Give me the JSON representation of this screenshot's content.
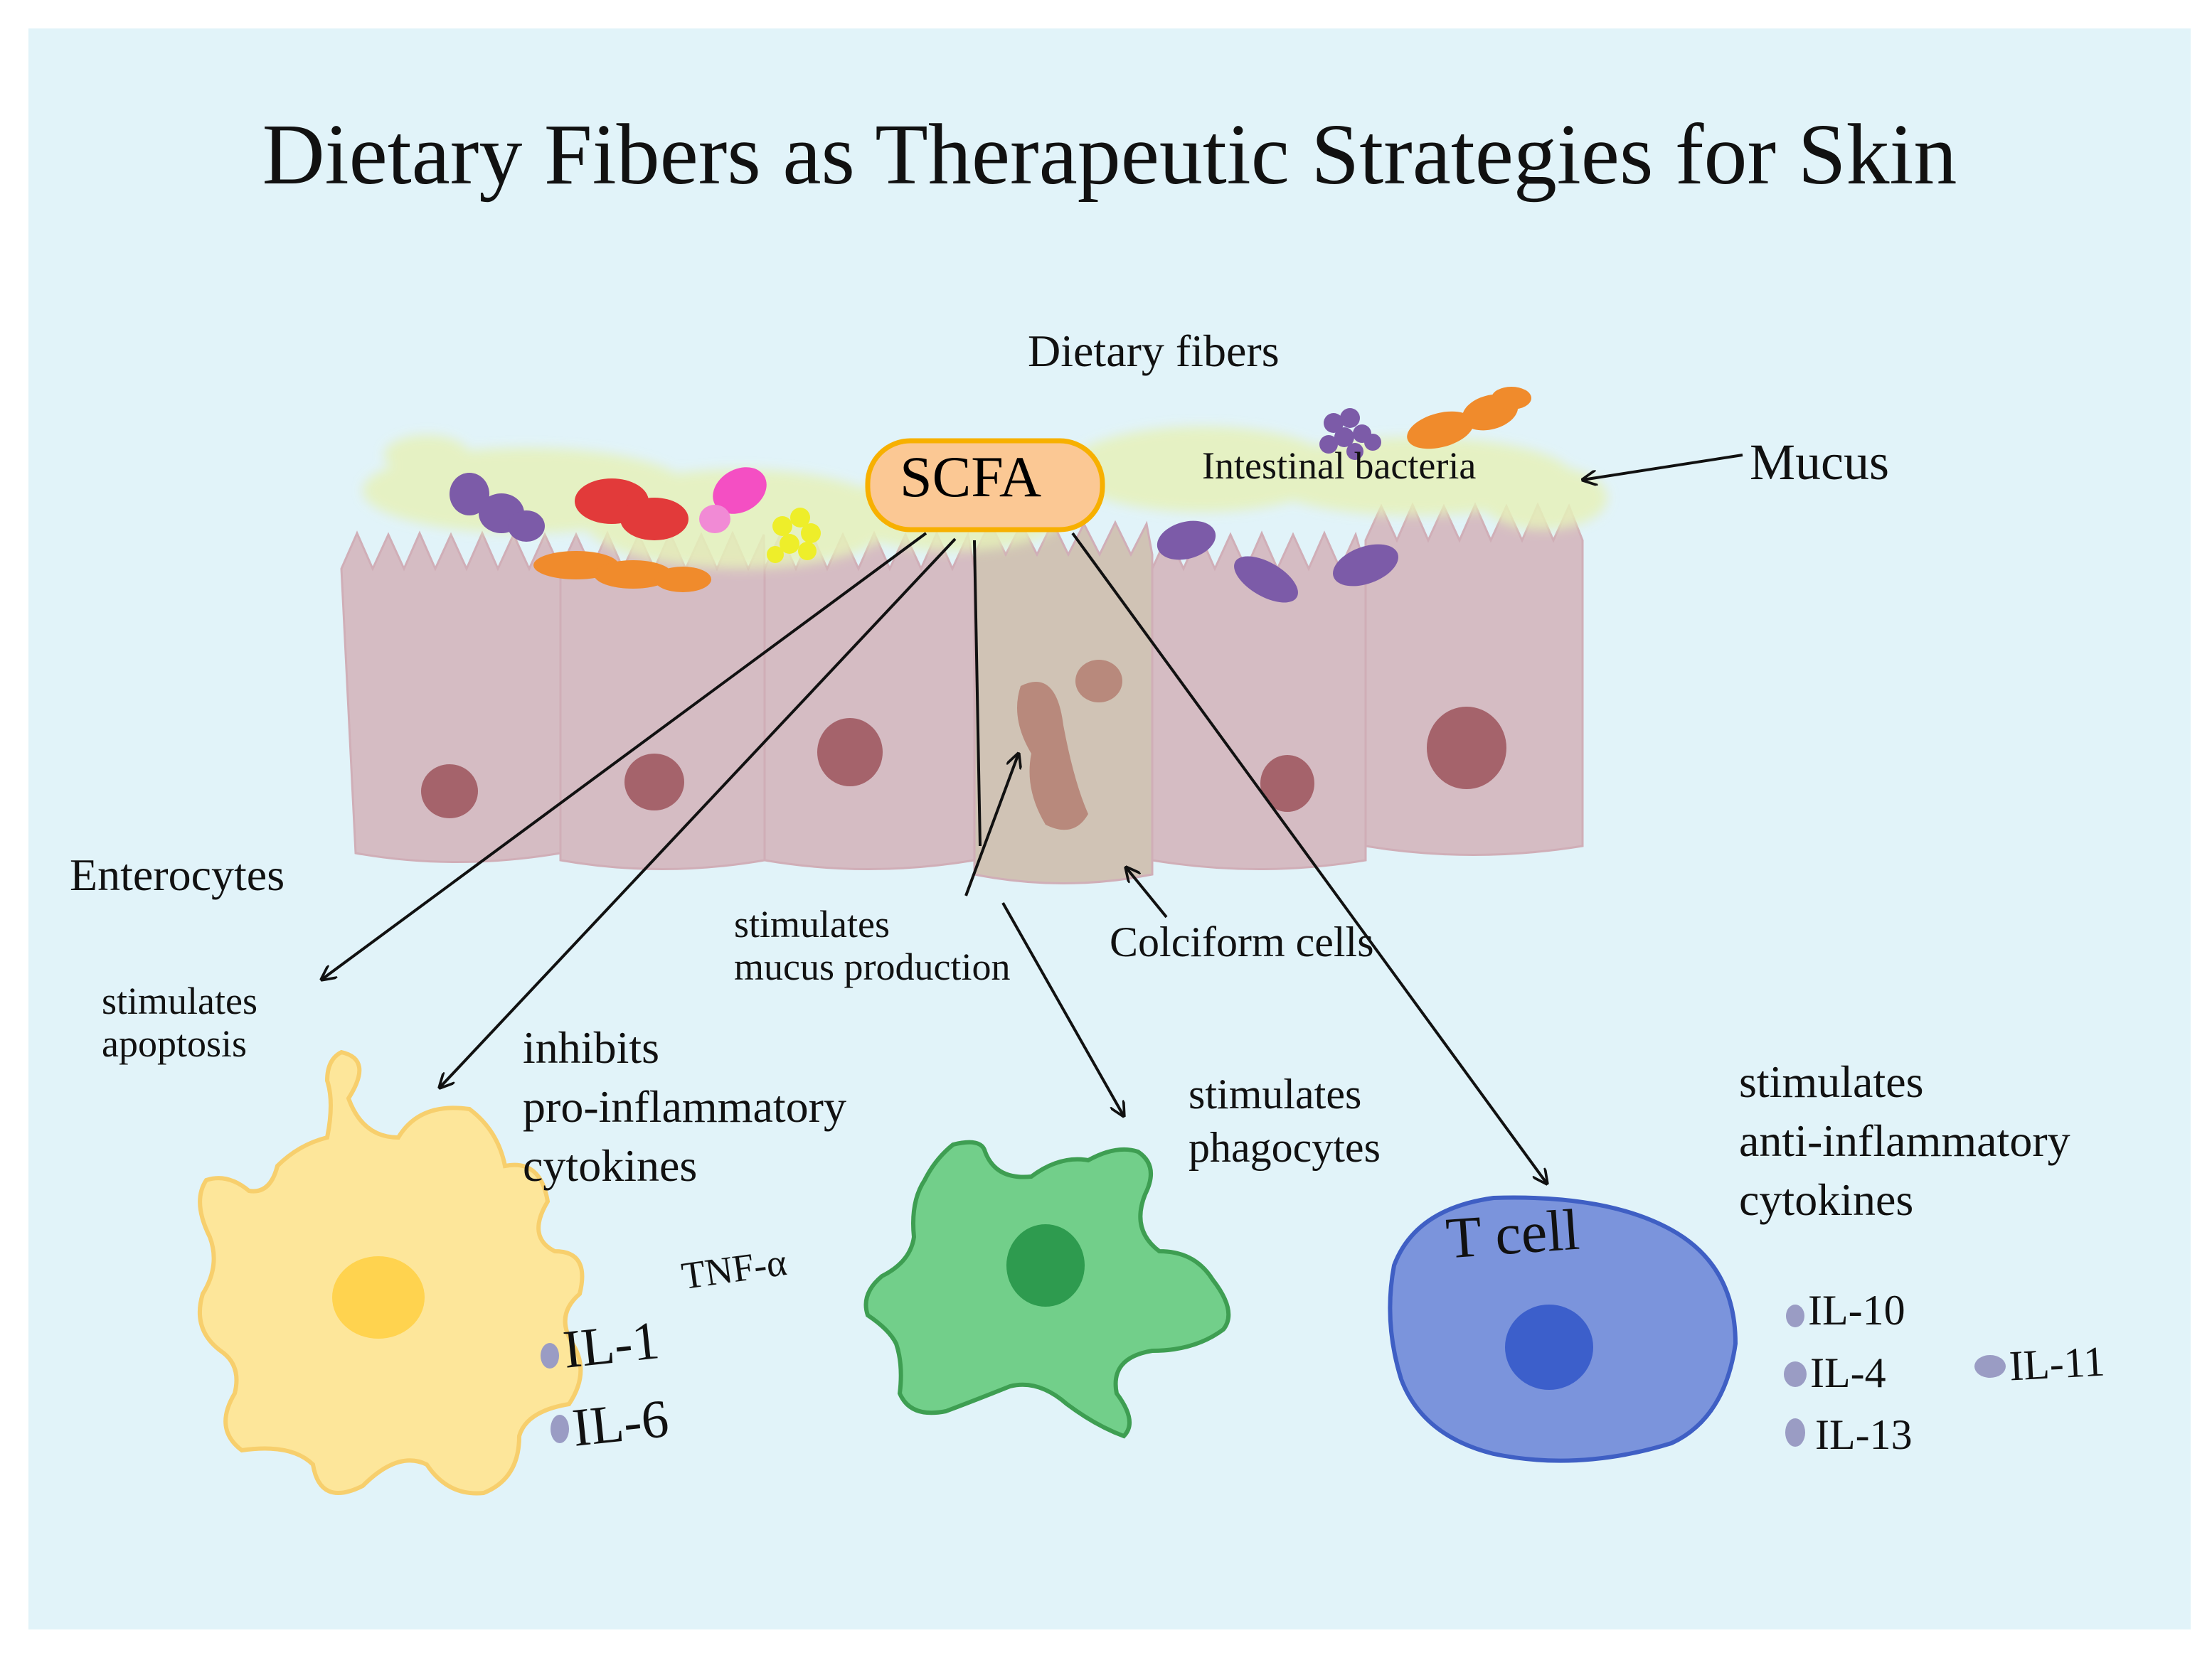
{
  "title": "Dietary Fibers as Therapeutic Strategies for Skin",
  "labels": {
    "dietary_fibers": "Dietary fibers",
    "scfa": "SCFA",
    "intestinal_bacteria": "Intestinal bacteria",
    "mucus": "Mucus",
    "enterocytes": "Enterocytes",
    "colciform_cells": "Colciform cells",
    "t_cell": "T cell"
  },
  "effects": {
    "apoptosis": [
      "stimulates",
      "apoptosis"
    ],
    "mucus_production": [
      "stimulates",
      "mucus production"
    ],
    "pro_inflammatory": [
      "inhibits",
      "pro-inflammatory",
      "cytokines"
    ],
    "phagocytes": [
      "stimulates",
      "phagocytes"
    ],
    "anti_inflammatory": [
      "stimulates",
      "anti-inflammatory",
      "cytokines"
    ]
  },
  "cytokines": {
    "pro": [
      "IL-1",
      "IL-6",
      "TNF-α"
    ],
    "anti": [
      "IL-10",
      "IL-4",
      "IL-13",
      "IL-11"
    ]
  },
  "colors": {
    "background": "#e1f3f9",
    "epithelium": "#d4b8bf",
    "nucleus": "#a0575f",
    "mucus": "#e6f1ba",
    "scfa_fill": "#fbc894",
    "scfa_border": "#f7b000",
    "pro_cell": "#fde69a",
    "phagocyte": "#72cf8a",
    "t_cell": "#7b94dc",
    "cytokine_dot": "#9a9cc4"
  }
}
